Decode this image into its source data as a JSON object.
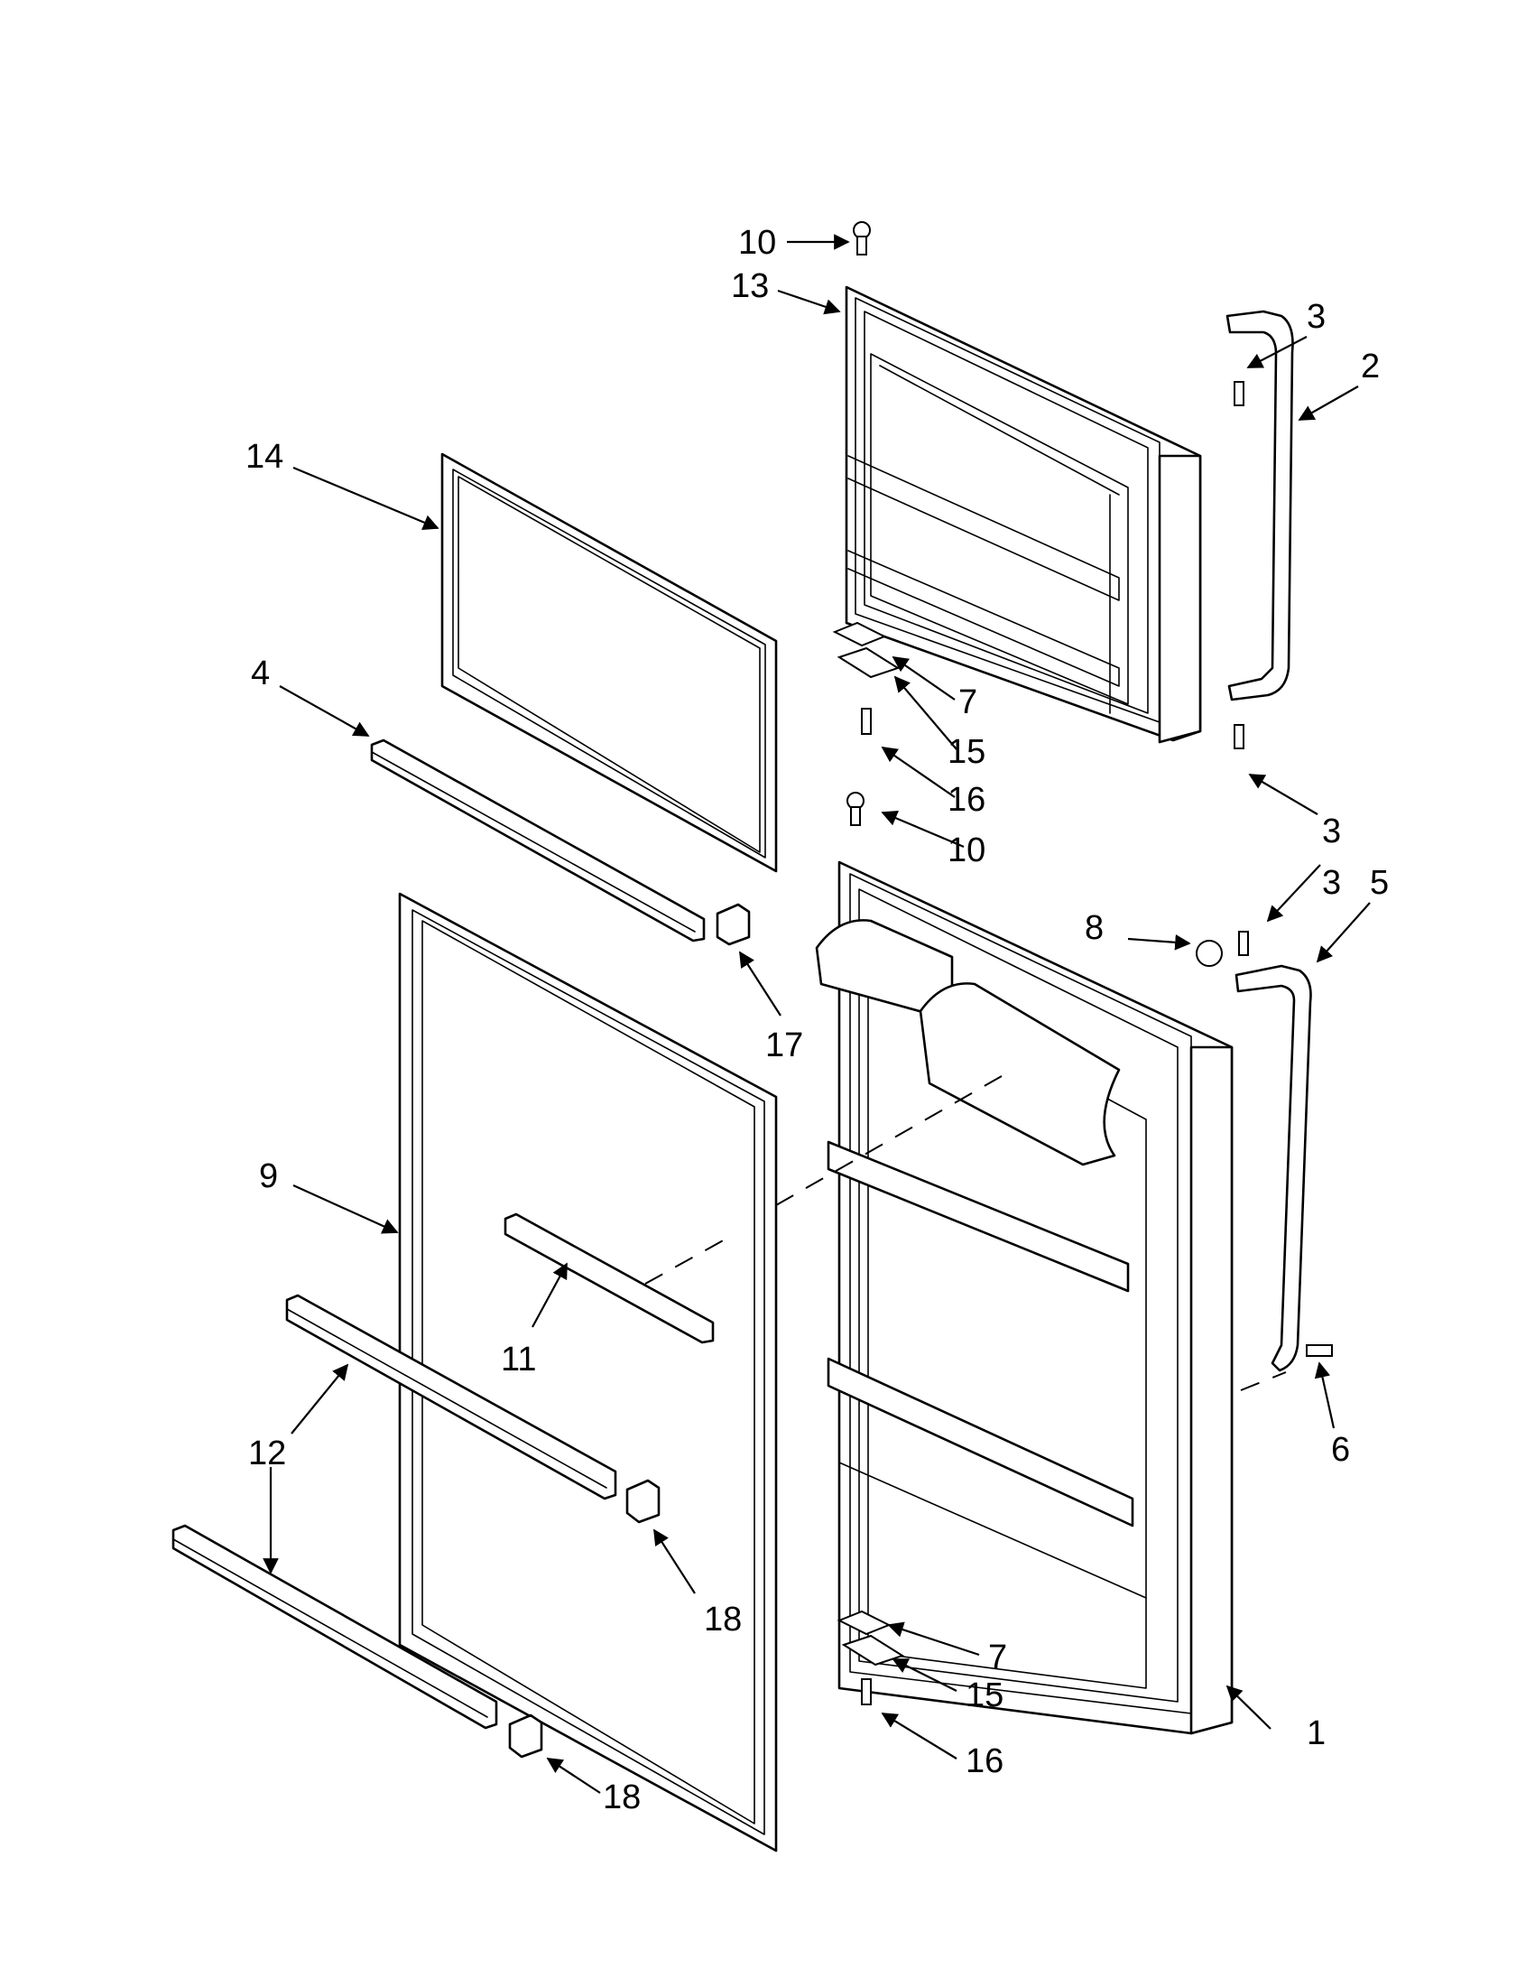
{
  "callouts": {
    "c1": "1",
    "c2": "2",
    "c3a": "3",
    "c3b": "3",
    "c3c": "3",
    "c4": "4",
    "c5": "5",
    "c6": "6",
    "c7a": "7",
    "c7b": "7",
    "c8": "8",
    "c9": "9",
    "c10a": "10",
    "c10b": "10",
    "c11": "11",
    "c12": "12",
    "c13": "13",
    "c14": "14",
    "c15a": "15",
    "c15b": "15",
    "c16a": "16",
    "c16b": "16",
    "c17": "17",
    "c18a": "18",
    "c18b": "18"
  }
}
